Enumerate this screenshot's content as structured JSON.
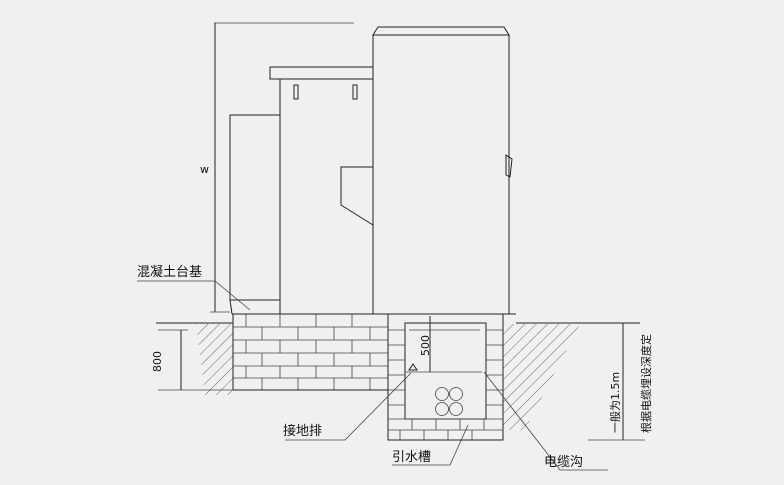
{
  "labels": {
    "w": "w",
    "concrete_base": "混凝土台基",
    "d800": "800",
    "d500": "500",
    "ground_bar": "接地排",
    "drain_groove": "引水槽",
    "cable_trench": "电缆沟",
    "depth_general": "一般为1.5m",
    "depth_note": "根据电缆埋设深度定"
  }
}
